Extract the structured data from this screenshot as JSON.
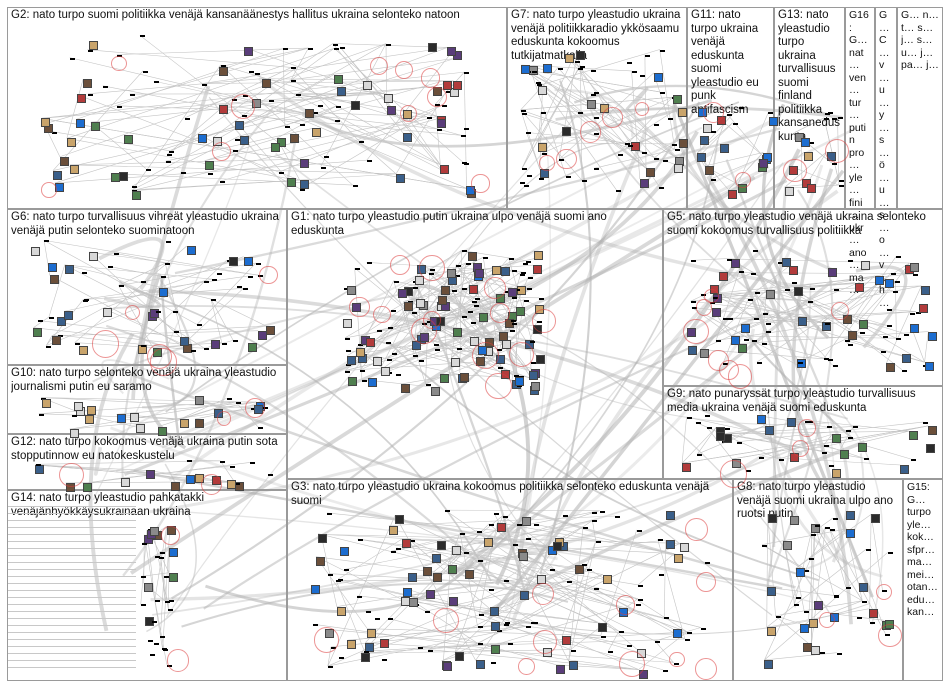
{
  "groups": [
    {
      "id": "G2",
      "label": "G2: nato turpo suomi politiikka venäjä kansanäänestys hallitus ukraina selonteko natoon"
    },
    {
      "id": "G7",
      "label": "G7: nato turpo yleastudio ukraina venäjä politiikkaradio ykkösaamu eduskunta kokoomus tutkijatmatkalla"
    },
    {
      "id": "G11",
      "label": "G11: nato turpo ukraina venäjä eduskunta suomi yleastudio eu punk antifascism"
    },
    {
      "id": "G13",
      "label": "G13: nato yleastudio turpo ukraina turvallisuus suomi finland politiikka kansaneduskunta"
    },
    {
      "id": "G16",
      "label": "G16: G… nat… ven… tur… putin pro… yle… fini… ukr… ano… ma…"
    },
    {
      "id": "Gx1",
      "label": "G… C… v… u… y… s… ö… u… s… o… v… h…"
    },
    {
      "id": "Gx2",
      "label": "G… n… t… s… j… s… u… j… pa… j…"
    },
    {
      "id": "G6",
      "label": "G6: nato turpo turvallisuus vihreät yleastudio ukraina venäjä putin selonteko suominatoon"
    },
    {
      "id": "G1",
      "label": "G1: nato turpo yleastudio putin ukraina ulpo venäjä suomi ano eduskunta"
    },
    {
      "id": "G5",
      "label": "G5: nato turpo yleastudio venäjä ukraina selonteko suomi kokoomus turvallisuus politiikka"
    },
    {
      "id": "G10",
      "label": "G10: nato turpo selonteko venäjä ukraina yleastudio journalismi putin eu saramo"
    },
    {
      "id": "G9",
      "label": "G9: nato punaryssät turpo yleastudio turvallisuus media ukraina venäjä suomi eduskunta"
    },
    {
      "id": "G12",
      "label": "G12: nato turpo kokoomus venäjä ukraina putin sota stopputinnow eu natokeskustelu"
    },
    {
      "id": "G14",
      "label": "G14: nato turpo yleastudio pahkatakki venäjänhyökkäysukrainaan ukraina"
    },
    {
      "id": "G3",
      "label": "G3: nato turpo yleastudio ukraina kokoomus politiikka selonteko eduskunta venäjä suomi"
    },
    {
      "id": "G8",
      "label": "G8: nato turpo yleastudio venäjä suomi ukraina ulpo ano ruotsi putin"
    },
    {
      "id": "G15",
      "label": "G15: G… turpo yle… kok… sfpr… ma… mei… otan… edu… kan…"
    }
  ],
  "colors": {
    "border": "#9a9a9a",
    "edge": "#b0b0b0",
    "ring": "#dc3c3c",
    "node_dark": "#333333"
  }
}
